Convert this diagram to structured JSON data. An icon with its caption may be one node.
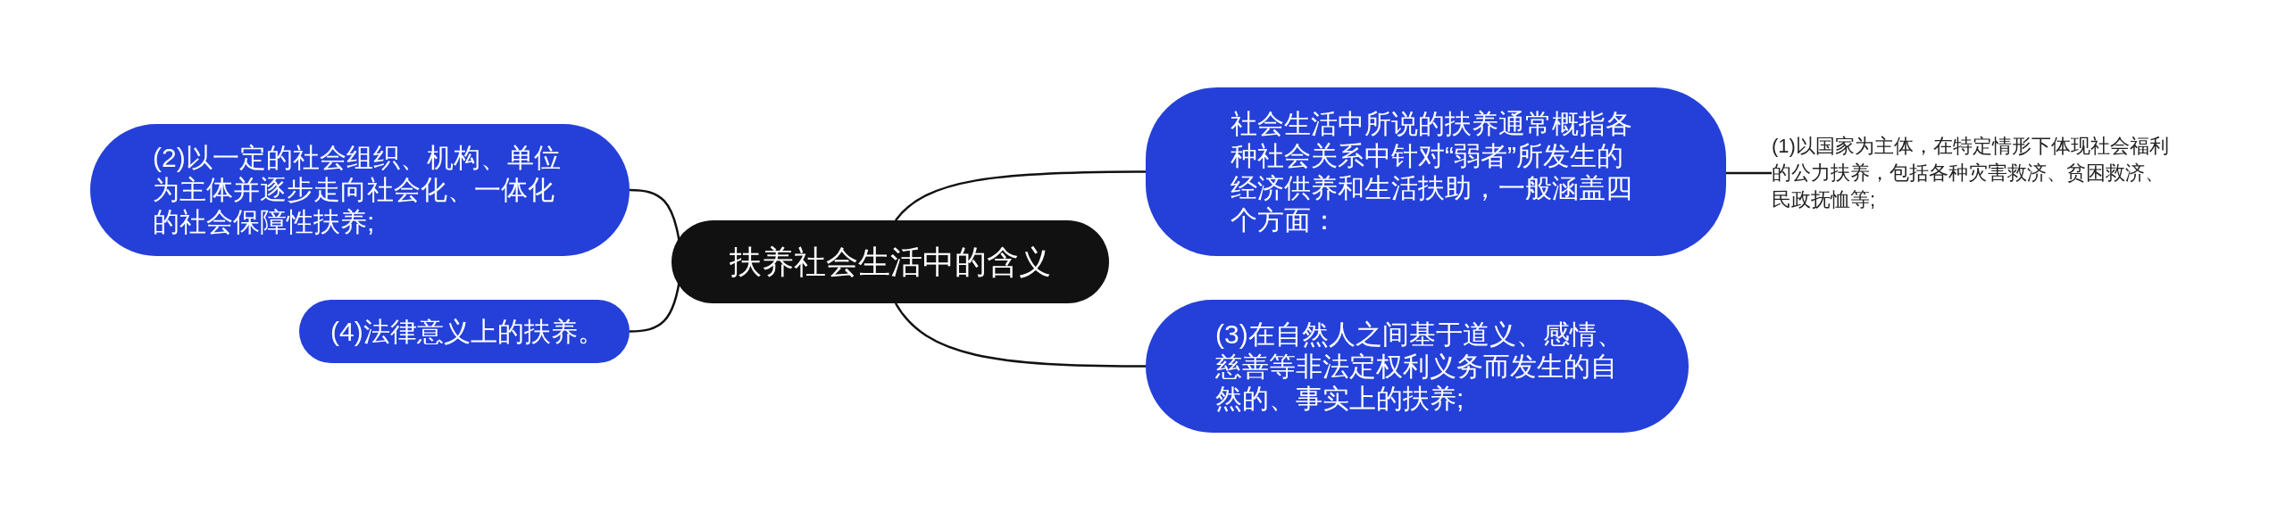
{
  "diagram": {
    "nodes": [
      {
        "text": [
          "扶养社会生活中的含义"
        ]
      },
      {
        "text": [
          "社会生活中所说的扶养通常概指各种社会关系中针对“弱者”所发生的经济供养和生活扶助，一般涵盖四个方面："
        ]
      },
      {
        "text": [
          "(1)以国家为主体，在特定情形下体现社会福利的公力扶养，包括各种灾害救济、贫困救济、民政抚恤等;"
        ]
      },
      {
        "text": [
          "(3)在自然人之间基于道义、感情、慈善等非法定权利义务而发生的自然的、事实上的扶养;"
        ]
      },
      {
        "text": [
          "(2)以一定的社会组织、机构、单位为主体并逐步走向社会化、一体化的社会保障性扶养;"
        ]
      },
      {
        "text": [
          "(4)法律意义上的扶养。"
        ]
      }
    ],
    "edges": [
      {
        "from": 0,
        "to": 1,
        "arrow": "none"
      },
      {
        "from": 0,
        "to": 3,
        "arrow": "none"
      },
      {
        "from": 0,
        "to": 4,
        "arrow": "none"
      },
      {
        "from": 0,
        "to": 5,
        "arrow": "none"
      },
      {
        "from": 1,
        "to": 2,
        "arrow": "none"
      }
    ]
  }
}
